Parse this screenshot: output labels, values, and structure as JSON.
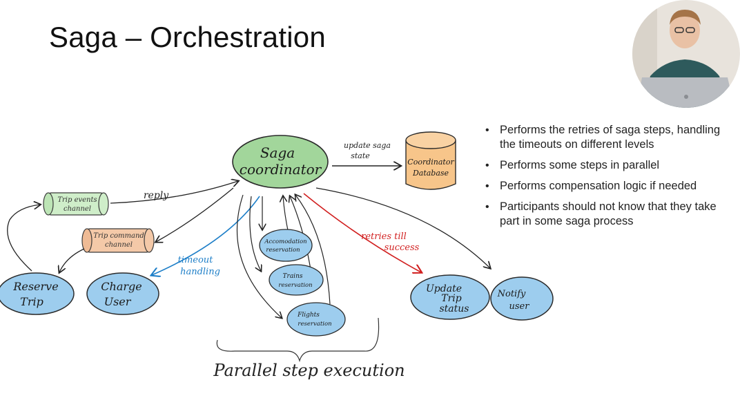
{
  "slide": {
    "title": "Saga – Orchestration"
  },
  "bullets": [
    "Performs the retries of saga steps, handling the timeouts on different levels",
    "Performs some steps in parallel",
    "Performs compensation logic if needed",
    "Participants should not know that they take part in some saga process"
  ],
  "diagram": {
    "coordinator": [
      "Saga",
      "coordinator"
    ],
    "database": [
      "Coordinator",
      "Database"
    ],
    "update_label": [
      "update saga",
      "state"
    ],
    "events_channel": [
      "Trip events",
      "channel"
    ],
    "command_channel": [
      "Trip command",
      "channel"
    ],
    "reply_label": "reply",
    "timeout_label": [
      "timeout",
      "handling"
    ],
    "retries_label": [
      "retries till",
      "success"
    ],
    "reserve_trip": [
      "Reserve",
      "Trip"
    ],
    "charge_user": [
      "Charge",
      "User"
    ],
    "accommodation": [
      "Accomodation",
      "reservation"
    ],
    "trains": [
      "Trains",
      "reservation"
    ],
    "flights": [
      "Flights",
      "reservation"
    ],
    "update_trip": [
      "Update",
      "Trip",
      "status"
    ],
    "notify_user": [
      "Notify",
      "user"
    ],
    "parallel_label": "Parallel step execution"
  },
  "colors": {
    "coordinator_fill": "#9fd59a",
    "database_fill": "#f7c58a",
    "participant_fill": "#9dcdee",
    "channel_green": "#cfeec9",
    "channel_orange": "#f4c9a8",
    "blue_ink": "#1e7fc8",
    "red_ink": "#d11f1f"
  }
}
